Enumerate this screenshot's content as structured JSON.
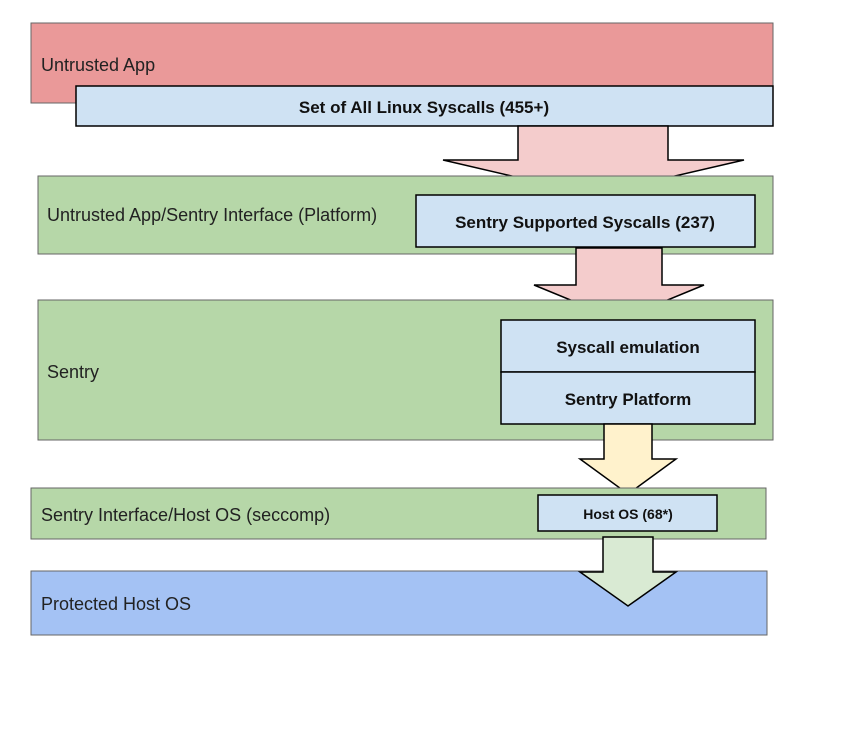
{
  "colors": {
    "untrusted_app": "#ea9999",
    "interface_green": "#b6d7a8",
    "syscall_box_blue": "#cfe2f3",
    "protected_host_blue": "#a4c2f4",
    "arrow_pink": "#f4cccc",
    "arrow_yellow": "#fff2cc",
    "arrow_green": "#d9ead3",
    "outline": "#000000"
  },
  "layers": {
    "untrusted_app": "Untrusted App",
    "app_sentry_interface": "Untrusted App/Sentry Interface (Platform)",
    "sentry": "Sentry",
    "sentry_host_interface": "Sentry Interface/Host OS (seccomp)",
    "protected_host": "Protected Host OS"
  },
  "boxes": {
    "all_linux_syscalls": "Set of All Linux Syscalls (455+)",
    "sentry_supported_syscalls": "Sentry Supported Syscalls (237)",
    "syscall_emulation": "Syscall emulation",
    "sentry_platform": "Sentry Platform",
    "host_os": "Host OS (68*)"
  }
}
